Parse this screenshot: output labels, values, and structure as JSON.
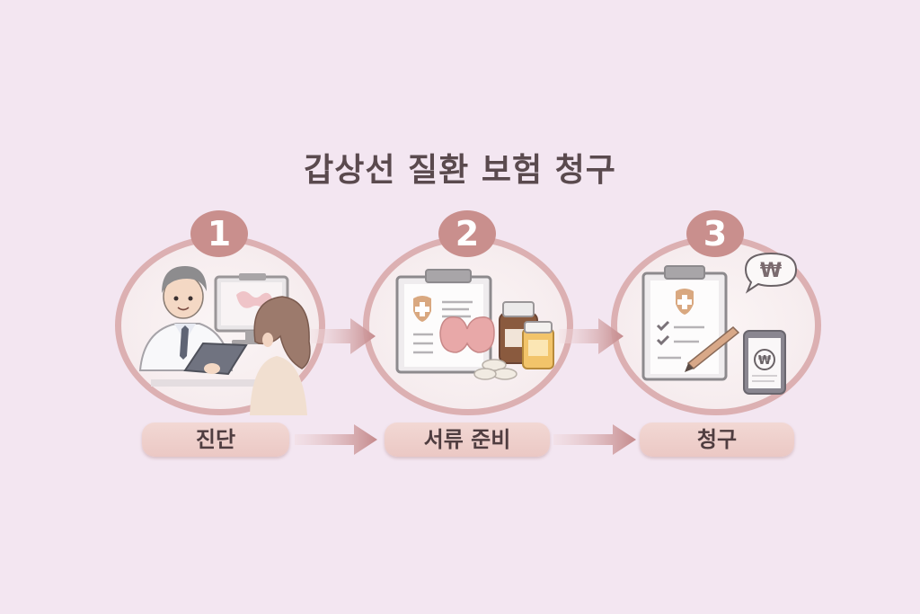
{
  "title": "갑상선 질환 보험 청구",
  "colors": {
    "background": "#f3e6f1",
    "circle_border": "#dcb0b2",
    "badge": "#c98f8d",
    "arrow": "#c98f8d",
    "label_bg": "#efd0cc",
    "text": "#5a4a4e"
  },
  "steps": [
    {
      "number": "1",
      "label": "진단",
      "icon": "doctor-patient-consultation-icon"
    },
    {
      "number": "2",
      "label": "서류 준비",
      "icon": "document-thyroid-medication-icon"
    },
    {
      "number": "3",
      "label": "청구",
      "icon": "claim-form-payment-icon"
    }
  ],
  "currency_symbol": "₩"
}
